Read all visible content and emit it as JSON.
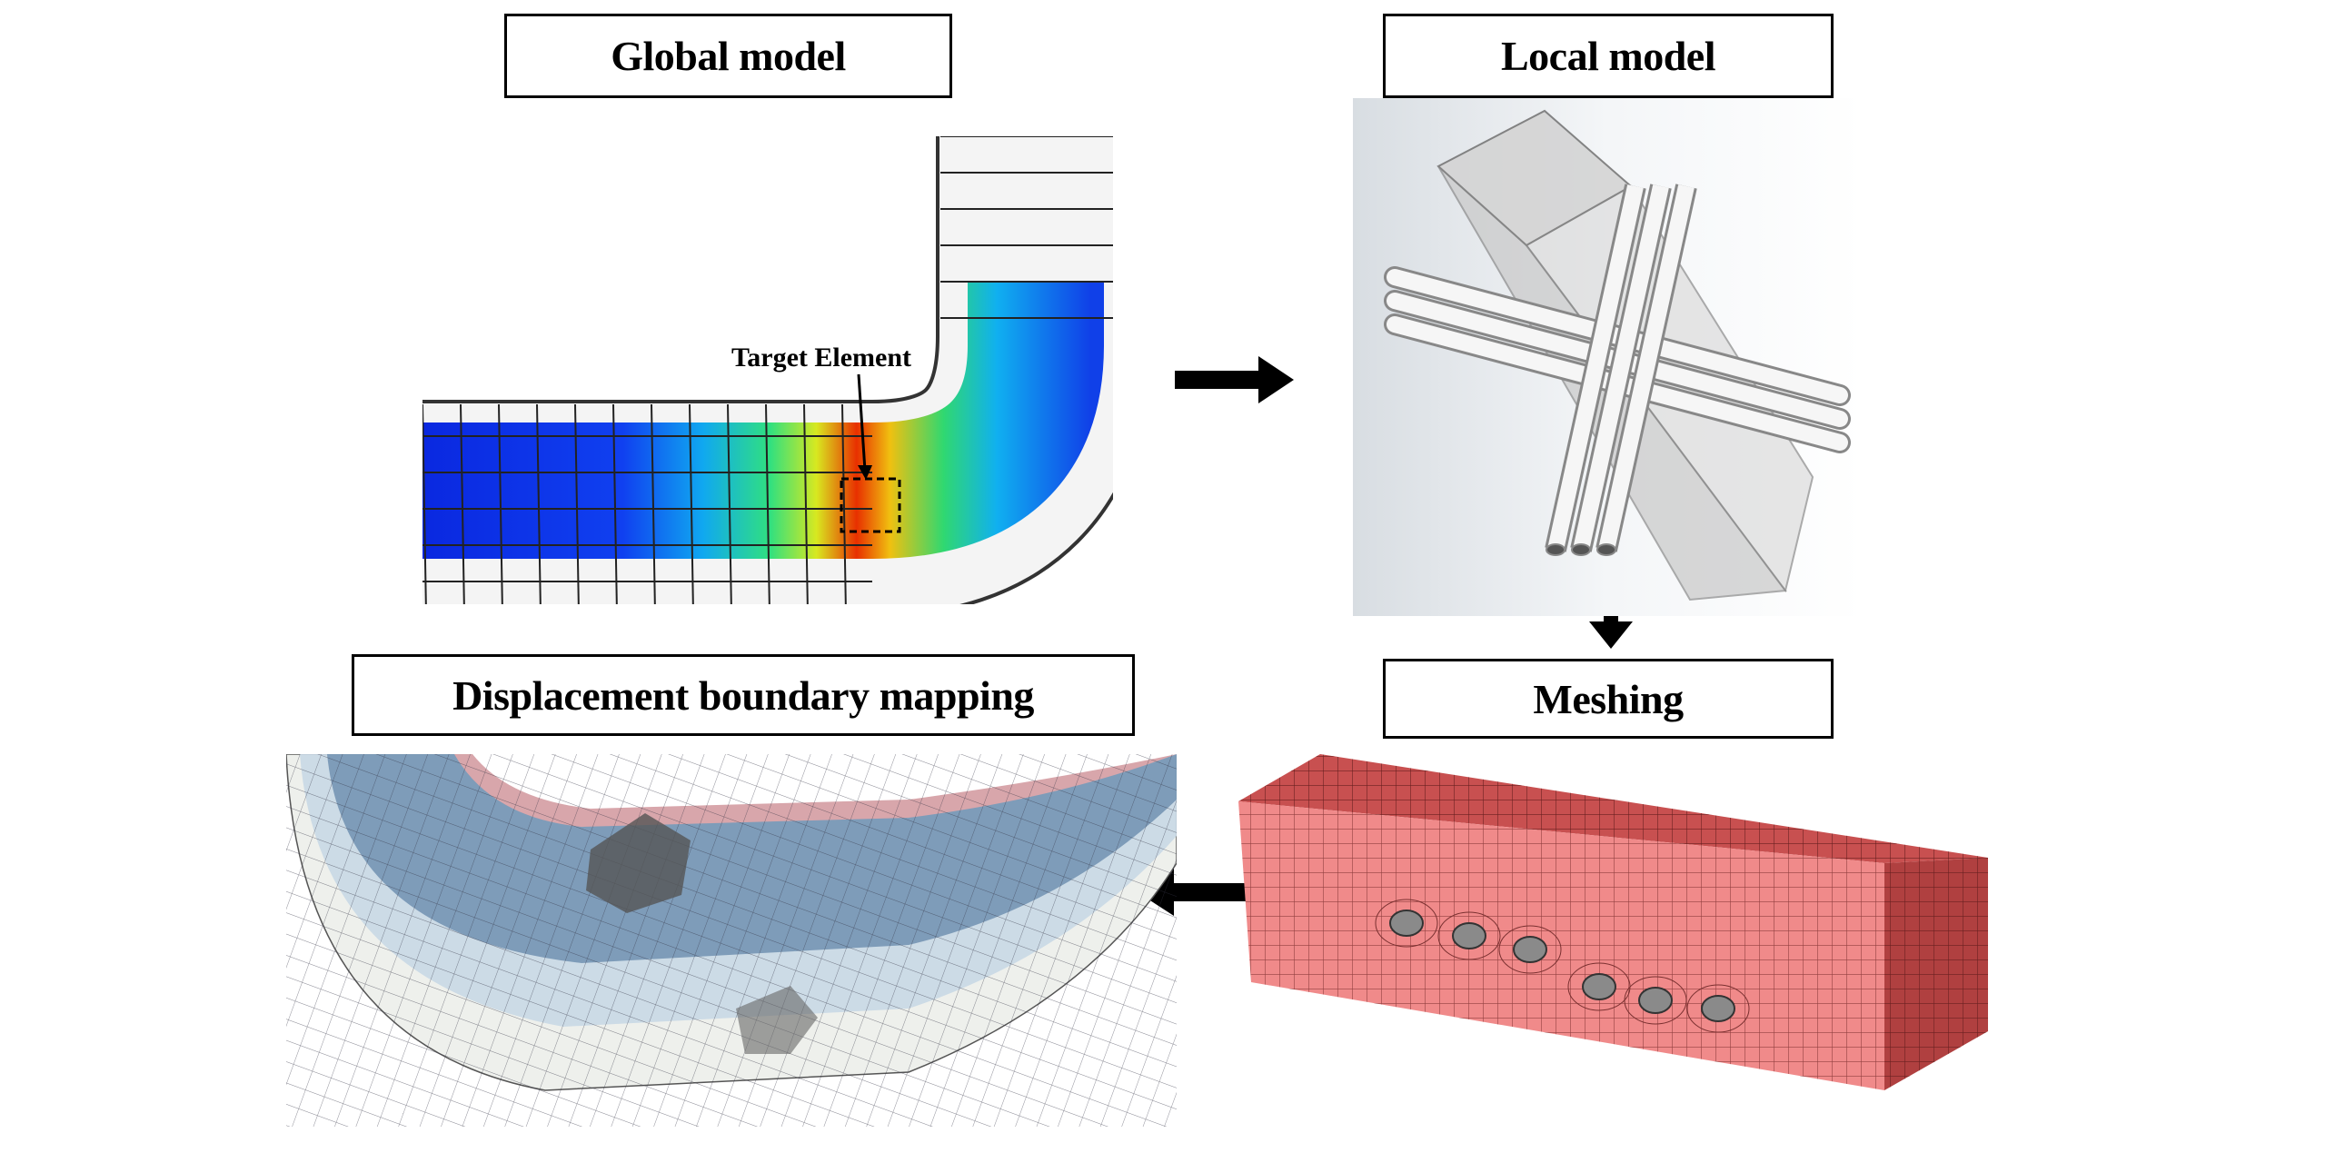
{
  "titles": {
    "global_model": "Global model",
    "local_model": "Local model",
    "meshing": "Meshing",
    "displacement_mapping": "Displacement boundary mapping"
  },
  "annotations": {
    "target_element": "Target Element"
  },
  "colors": {
    "mesh_red": "#f08a8a",
    "mesh_dark": "#b84a4a",
    "contour_blue": "#1030e0",
    "contour_red": "#e82000"
  }
}
